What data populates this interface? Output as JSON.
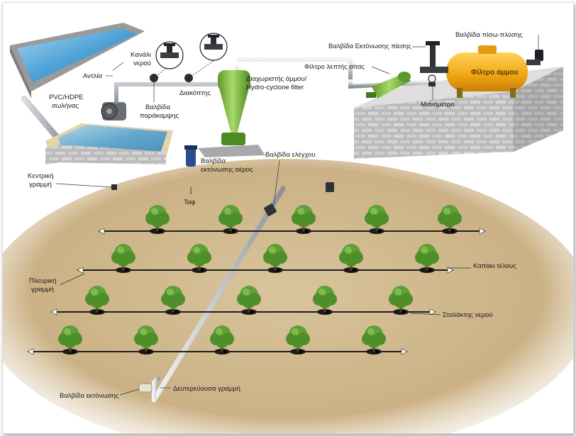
{
  "labels": {
    "kanali_nerou_1": "Κανάλι",
    "kanali_nerou_2": "νερού",
    "antlia": "Αντλία",
    "pvc_1": "PVC/HDPE",
    "pvc_2": "σωλήνας",
    "valvida_parakampsis_1": "Βαλβίδα",
    "valvida_parakampsis_2": "παράκαμψης",
    "diakoptis": "Διακόπτης",
    "diaxoristis_1": "Διαχωριστής άμμου/",
    "diaxoristis_2": "Hydro-cyclone filter",
    "valvida_ektonosis_piesis": "Βαλβίδα Εκτόνωσης πίεσης",
    "valvida_piso_plysis": "Βαλβίδα πίσω-πλύσης",
    "filtro_leptis_sitas": "Φίλτρο λεπτής σίτας",
    "filtro_ammou": "Φίλτρο άμμου",
    "manometro": "Μανόμετρο",
    "valvida_elegxou": "Βαλβίδα ελέγχου",
    "valvida_ektonosis_aera_1": "Βαλβίδα",
    "valvida_ektonosis_aera_2": "εκτόνωσης αέρος",
    "kentriki_1": "Κεντρική",
    "kentriki_2": "γραμμή",
    "taf": "Ταφ",
    "kapaki_telous": "Καπάκι τέλους",
    "pleuriki_1": "Πλευρική",
    "pleuriki_2": "γραμμή",
    "stalaktis_nerou": "Σταλάκτης νερού",
    "valvida_ektonosis": "Βαλβίδα εκτόνωσης",
    "defterevousa_grammi": "Δευτερεύουσα γραμμή"
  },
  "colors": {
    "field": "#cdb48a",
    "pipe": "#c9ccd0",
    "water": "#6fb6e0",
    "tank": "#f2b21f",
    "cyclone": "#8bc24a",
    "brick": "#bcbcbc",
    "tree": "#4f8f2a",
    "dripline": "#1e1e1e"
  },
  "field": {
    "rows": [
      {
        "trees": 5
      },
      {
        "trees": 5
      },
      {
        "trees": 5
      },
      {
        "trees": 5
      }
    ]
  }
}
